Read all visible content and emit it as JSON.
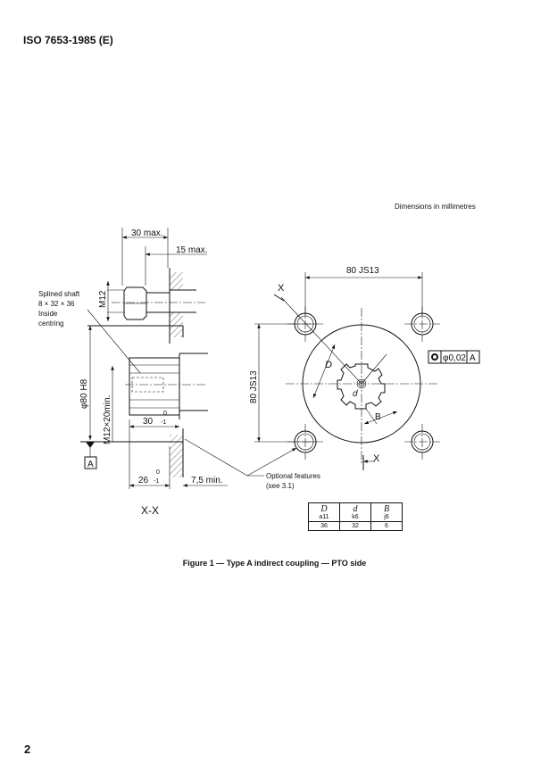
{
  "header": {
    "standard_id": "ISO 7653-1985 (E)"
  },
  "units_note": "Dimensions in millimetres",
  "drawing": {
    "dim_30max": "30 max.",
    "dim_15max": "15 max.",
    "dim_m12": "M12",
    "splined_shaft_note": [
      "Splined shaft",
      "8 × 32 × 36",
      "Inside",
      "centring"
    ],
    "dim_phi80": "φ80 H8",
    "dim_m12x20": "M12×20min.",
    "dim_30_base": "30",
    "dim_30_upper": "0",
    "dim_30_lower": "-1",
    "datum": "A",
    "dim_26_base": "26",
    "dim_26_upper": "0",
    "dim_26_lower": "-1",
    "dim_7_5": "7,5 min.",
    "section_label": "X-X",
    "dim_80_horizontal": "80 JS13",
    "dim_80_vertical": "80 JS13",
    "section_mark": "X",
    "label_D": "D",
    "label_d": "d",
    "label_B": "B",
    "tolerance": {
      "value": "φ0,02",
      "datum": "A"
    },
    "optional_note": [
      "Optional features",
      "(see 3.1)"
    ]
  },
  "table": {
    "headers": [
      {
        "symbol": "D",
        "tol": "a11"
      },
      {
        "symbol": "d",
        "tol": "k6"
      },
      {
        "symbol": "B",
        "tol": "j6"
      }
    ],
    "values": [
      "36",
      "32",
      "6"
    ]
  },
  "caption": "Figure 1 — Type A indirect coupling — PTO side",
  "page_number": "2"
}
